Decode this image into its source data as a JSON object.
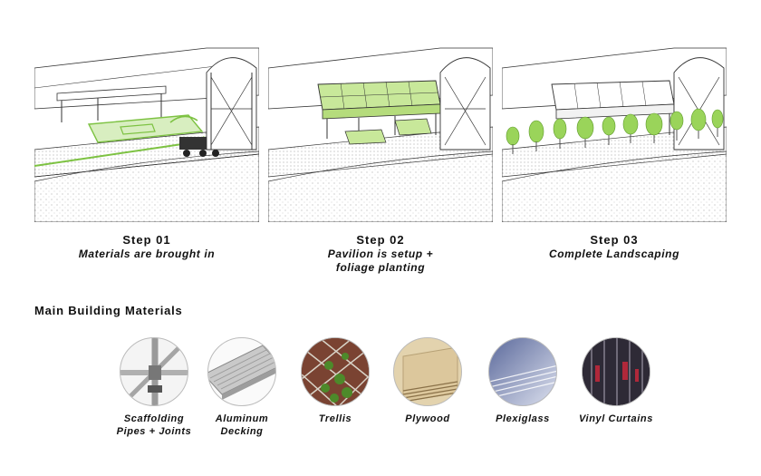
{
  "steps": [
    {
      "title": "Step 01",
      "desc": "Materials are brought in"
    },
    {
      "title": "Step 02",
      "desc": "Pavilion is setup +\nfoliage planting"
    },
    {
      "title": "Step 03",
      "desc": "Complete Landscaping"
    }
  ],
  "materials_title": "Main Building Materials",
  "materials": [
    {
      "label": "Scaffolding\nPipes + Joints",
      "icon": "scaffolding-pipes-photo"
    },
    {
      "label": "Aluminum\nDecking",
      "icon": "aluminum-decking-photo"
    },
    {
      "label": "Trellis",
      "icon": "trellis-photo"
    },
    {
      "label": "Plywood",
      "icon": "plywood-photo"
    },
    {
      "label": "Plexiglass",
      "icon": "plexiglass-photo"
    },
    {
      "label": "Vinyl Curtains",
      "icon": "vinyl-curtains-photo"
    }
  ],
  "colors": {
    "accent_green": "#7dc242",
    "pavilion_green": "#c8e89a",
    "line": "#333333"
  }
}
